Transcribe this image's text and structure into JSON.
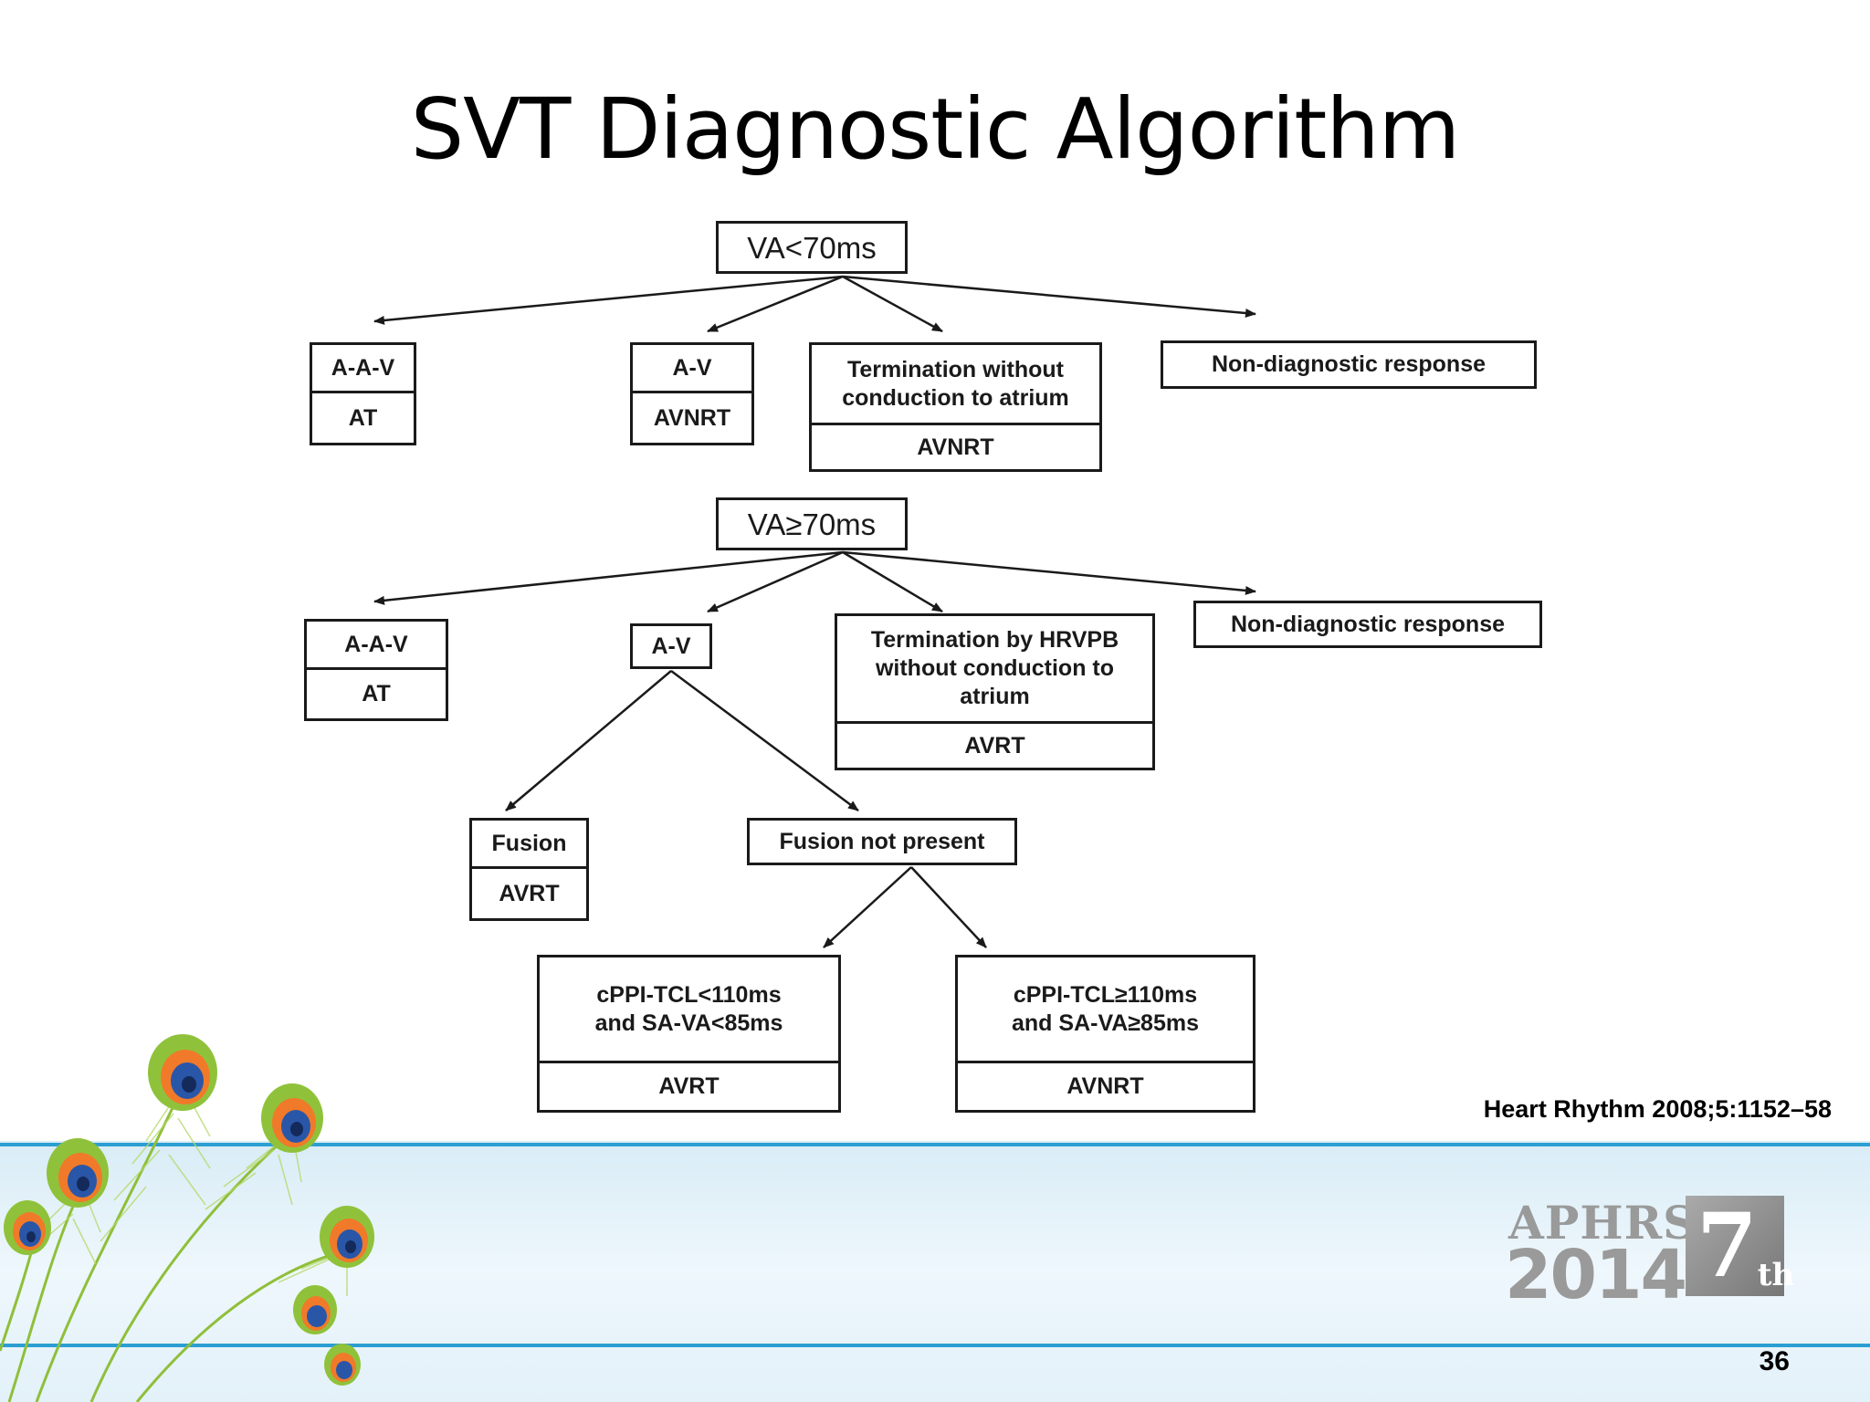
{
  "slide": {
    "title": "SVT Diagnostic Algorithm",
    "citation": "Heart Rhythm 2008;5:1152–58",
    "page_number": "36"
  },
  "logo": {
    "org": "APHRS",
    "year": "2014",
    "edition": "7",
    "edition_suffix": "th"
  },
  "diagram": {
    "va_lt": {
      "root": "VA<70ms",
      "aav": {
        "pattern": "A-A-V",
        "diagnosis": "AT"
      },
      "av": {
        "pattern": "A-V",
        "diagnosis": "AVNRT"
      },
      "termination": {
        "text": "Termination without conduction to atrium",
        "diagnosis": "AVNRT"
      },
      "nondiag": "Non-diagnostic response"
    },
    "va_ge": {
      "root": "VA≥70ms",
      "aav": {
        "pattern": "A-A-V",
        "diagnosis": "AT"
      },
      "av": "A-V",
      "termination": {
        "text": "Termination by HRVPB without conduction to atrium",
        "diagnosis": "AVRT"
      },
      "nondiag": "Non-diagnostic response",
      "fusion": {
        "label": "Fusion",
        "diagnosis": "AVRT"
      },
      "no_fusion": "Fusion not present",
      "cppi_lt": {
        "text": "cPPI-TCL<110ms and SA-VA<85ms",
        "diagnosis": "AVRT"
      },
      "cppi_ge": {
        "text": "cPPI-TCL≥110ms and SA-VA≥85ms",
        "diagnosis": "AVNRT"
      }
    }
  },
  "colors": {
    "line": "#1a1a1a",
    "band_line": "#2b9fd2",
    "logo_gray": "#9a9a9a"
  }
}
